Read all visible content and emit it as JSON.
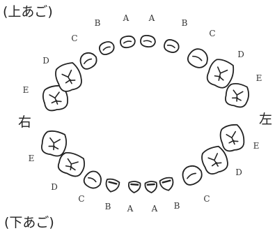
{
  "upper_jaw": {
    "title": "(上あご)",
    "teeth": [
      {
        "id": "upper-right-E",
        "letter": "E"
      },
      {
        "id": "upper-right-D",
        "letter": "D"
      },
      {
        "id": "upper-right-C",
        "letter": "C"
      },
      {
        "id": "upper-right-B",
        "letter": "B"
      },
      {
        "id": "upper-right-A",
        "letter": "A"
      },
      {
        "id": "upper-left-A",
        "letter": "A"
      },
      {
        "id": "upper-left-B",
        "letter": "B"
      },
      {
        "id": "upper-left-C",
        "letter": "C"
      },
      {
        "id": "upper-left-D",
        "letter": "D"
      },
      {
        "id": "upper-left-E",
        "letter": "E"
      }
    ]
  },
  "lower_jaw": {
    "title": "(下あご)",
    "teeth": [
      {
        "id": "lower-right-E",
        "letter": "E"
      },
      {
        "id": "lower-right-D",
        "letter": "D"
      },
      {
        "id": "lower-right-C",
        "letter": "C"
      },
      {
        "id": "lower-right-B",
        "letter": "B"
      },
      {
        "id": "lower-right-A",
        "letter": "A"
      },
      {
        "id": "lower-left-A",
        "letter": "A"
      },
      {
        "id": "lower-left-B",
        "letter": "B"
      },
      {
        "id": "lower-left-C",
        "letter": "C"
      },
      {
        "id": "lower-left-D",
        "letter": "D"
      },
      {
        "id": "lower-left-E",
        "letter": "E"
      }
    ]
  },
  "side_labels": {
    "right": "右",
    "left": "左"
  },
  "colors": {
    "line": "#222222",
    "background": "#ffffff"
  }
}
